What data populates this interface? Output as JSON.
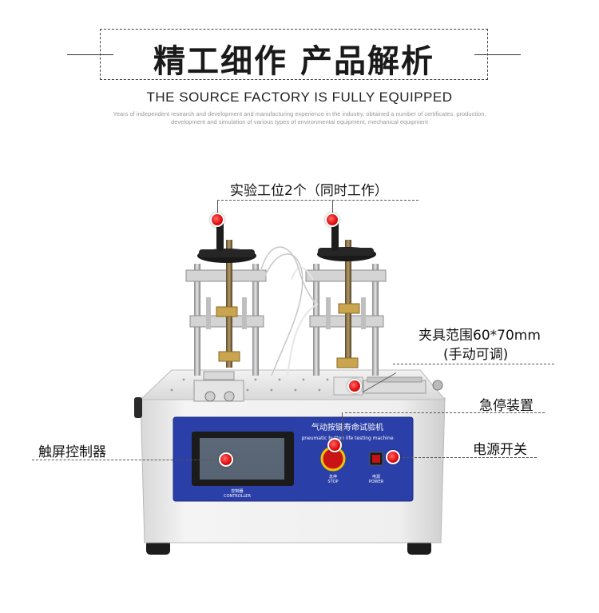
{
  "header": {
    "title": "精工细作 产品解析",
    "subtitle": "THE SOURCE FACTORY IS FULLY EQUIPPED",
    "description_lines": [
      "Years of independent research and development and manufacturing experience in the industry, obtained a number of certificates, production,",
      "development and simulation of various types of environmental equipment, mechanical equipment"
    ]
  },
  "callouts": {
    "stations": "实验工位2个（同时工作）",
    "fixture_line1": "夹具范围60*70mm",
    "fixture_line2": "(手动可调)",
    "emergency_stop": "急停装置",
    "touchscreen": "触屏控制器",
    "power_switch": "电源开关"
  },
  "machine_panel": {
    "name_cn": "气动按键寿命试验机",
    "name_en": "pneumatic button life testing machine",
    "controller_cn": "控制器",
    "controller_en": "CONTROLLER",
    "stop_cn": "急停",
    "stop_en": "STOP",
    "power_cn": "电源",
    "power_en": "POWER"
  },
  "colors": {
    "panel_blue": "#2b3fa8",
    "dot_red": "#e21010",
    "body_white": "#eeeeee"
  }
}
